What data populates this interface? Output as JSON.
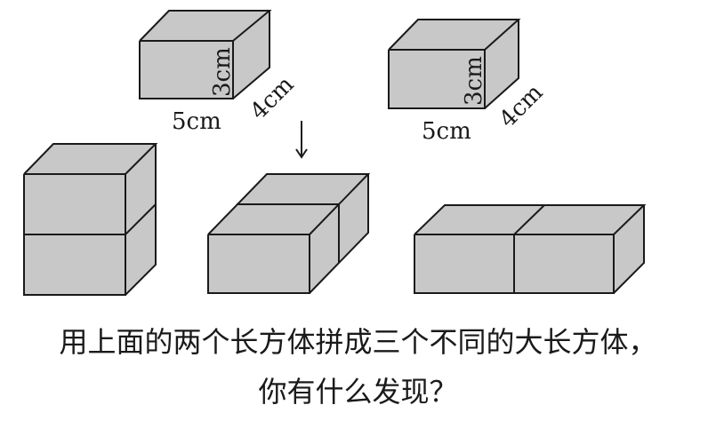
{
  "dimensions": {
    "length": "5cm",
    "width": "4cm",
    "height": "3cm"
  },
  "question": {
    "line1": "用上面的两个长方体拼成三个不同的大长方体，",
    "line2": "你有什么发现？"
  },
  "colors": {
    "face": "#c8c8c8",
    "edge": "#1a1a1a"
  }
}
